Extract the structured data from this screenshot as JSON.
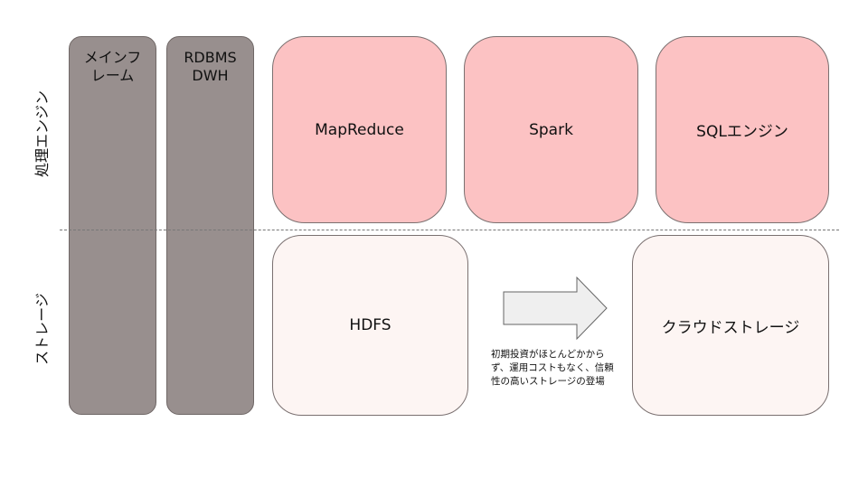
{
  "row_labels": {
    "engine": "処理エンジン",
    "storage": "ストレージ"
  },
  "pillars": {
    "mainframe": [
      "メインフ",
      "レーム"
    ],
    "rdbms": [
      "RDBMS",
      "DWH"
    ]
  },
  "engines": {
    "mapreduce": "MapReduce",
    "spark": "Spark",
    "sql": "SQLエンジン"
  },
  "storage": {
    "hdfs": "HDFS",
    "cloud": "クラウドストレージ"
  },
  "arrow_caption": [
    "初期投資がほとんどかから",
    "ず、運用コストもなく、信頼",
    "性の高いストレージの登場"
  ],
  "colors": {
    "pillar": "#988f8e",
    "engine_box": "#fcc2c3",
    "storage_box": "#fdf5f3",
    "arrow": "#efefef"
  }
}
